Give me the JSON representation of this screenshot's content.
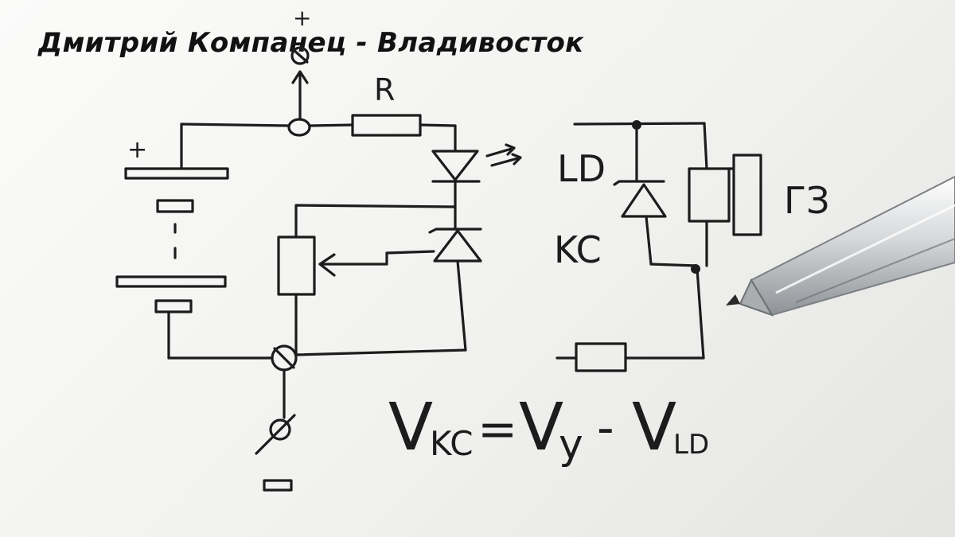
{
  "caption": "Дмитрий Компанец - Владивосток",
  "diagram": {
    "plus_top": "+",
    "plus_battery": "+",
    "label_resistor": "R",
    "label_led": "LD",
    "label_zener": "KC",
    "label_component_right": "ГЗ",
    "formula": {
      "v1": "V",
      "sub1": "KC",
      "equals": "=",
      "v2": "V",
      "sub2": "y",
      "minus": "-",
      "v3": "V",
      "sub3": "LD"
    }
  },
  "colors": {
    "ink": "#1c1c1c",
    "paper": "#f6f6f4",
    "pen_body": "#d8dadc"
  },
  "icons": [
    "pen-icon"
  ]
}
